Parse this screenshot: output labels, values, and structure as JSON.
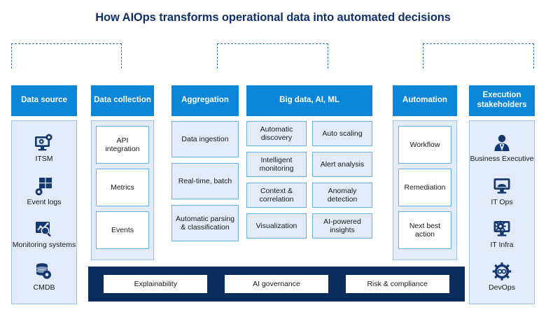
{
  "title": "How AIOps transforms operational data into automated decisions",
  "colors": {
    "title": "#12306b",
    "header_bar": "#0b86d9",
    "panel_fill": "#e3ebfb",
    "panel_border": "#9cc3ea",
    "box_border": "#62b2e8",
    "bottom_bar": "#0b2d5e",
    "bracket": "#2f6fc0",
    "icon": "#14386e"
  },
  "brackets": [
    {
      "name": "bracket-left"
    },
    {
      "name": "bracket-middle"
    },
    {
      "name": "bracket-right"
    }
  ],
  "columns": [
    {
      "header": "Data source",
      "items": [
        {
          "label": "ITSM",
          "icon": "monitor-gear-icon"
        },
        {
          "label": "Event logs",
          "icon": "grid-gear-icon"
        },
        {
          "label": "Monitoring systems",
          "icon": "chart-search-icon"
        },
        {
          "label": "CMDB",
          "icon": "database-gear-icon"
        }
      ]
    },
    {
      "header": "Data collection",
      "items": [
        {
          "label": "API integration"
        },
        {
          "label": "Metrics"
        },
        {
          "label": "Events"
        }
      ]
    },
    {
      "header": "Aggregation",
      "items": [
        {
          "label": "Data ingestion"
        },
        {
          "label": "Real-time, batch"
        },
        {
          "label": "Automatic parsing & classification"
        }
      ]
    },
    {
      "header": "Big data, AI, ML",
      "items_left": [
        {
          "label": "Automatic discovery"
        },
        {
          "label": "Intelligent monitoring"
        },
        {
          "label": "Context & correlation"
        },
        {
          "label": "Visualization"
        }
      ],
      "items_right": [
        {
          "label": "Auto scaling"
        },
        {
          "label": "Alert analysis"
        },
        {
          "label": "Anomaly detection"
        },
        {
          "label": "AI-powered insights"
        }
      ]
    },
    {
      "header": "Automation",
      "items": [
        {
          "label": "Workflow"
        },
        {
          "label": "Remediation"
        },
        {
          "label": "Next best action"
        }
      ]
    },
    {
      "header": "Execution stakeholders",
      "items": [
        {
          "label": "Business Executive",
          "icon": "person-icon"
        },
        {
          "label": "IT Ops",
          "icon": "monitor-icon"
        },
        {
          "label": "IT Infra",
          "icon": "monitor-cog-icon"
        },
        {
          "label": "DevOps",
          "icon": "gear-infinity-icon"
        }
      ]
    }
  ],
  "bottom": {
    "items": [
      {
        "label": "Explainability"
      },
      {
        "label": "AI governance"
      },
      {
        "label": "Risk & compliance"
      }
    ]
  }
}
